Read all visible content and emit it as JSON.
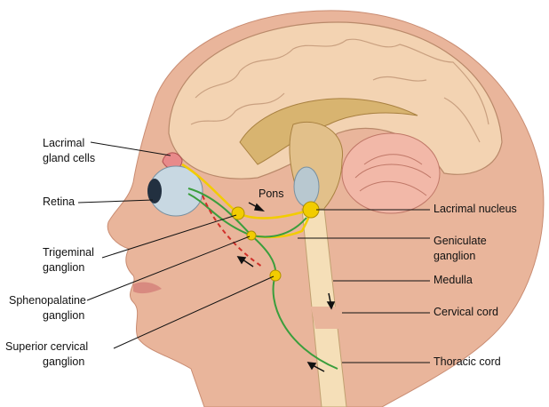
{
  "title": "Lacrimal reflex pathway",
  "labels_left": {
    "lacrimal_gland": [
      "Lacrimal",
      "gland cells"
    ],
    "retina": "Retina",
    "trigeminal": [
      "Trigeminal",
      "ganglion"
    ],
    "sphenopalatine": [
      "Sphenopalatine",
      "ganglion"
    ],
    "superior_cervical": [
      "Superior cervical",
      "ganglion"
    ]
  },
  "labels_right": {
    "lacrimal_nucleus": "Lacrimal nucleus",
    "geniculate": [
      "Geniculate",
      "ganglion"
    ],
    "medulla": "Medulla",
    "cervical_cord": "Cervical cord",
    "thoracic_cord": "Thoracic cord"
  },
  "pons": "Pons",
  "colors": {
    "skin": "#e9b59b",
    "brain": "#f3d3b2",
    "cerebellum": "#f2b8a8",
    "nerve_yellow": "#f2cc00",
    "nerve_green": "#3a9e3c",
    "nerve_red": "#d0302a"
  }
}
